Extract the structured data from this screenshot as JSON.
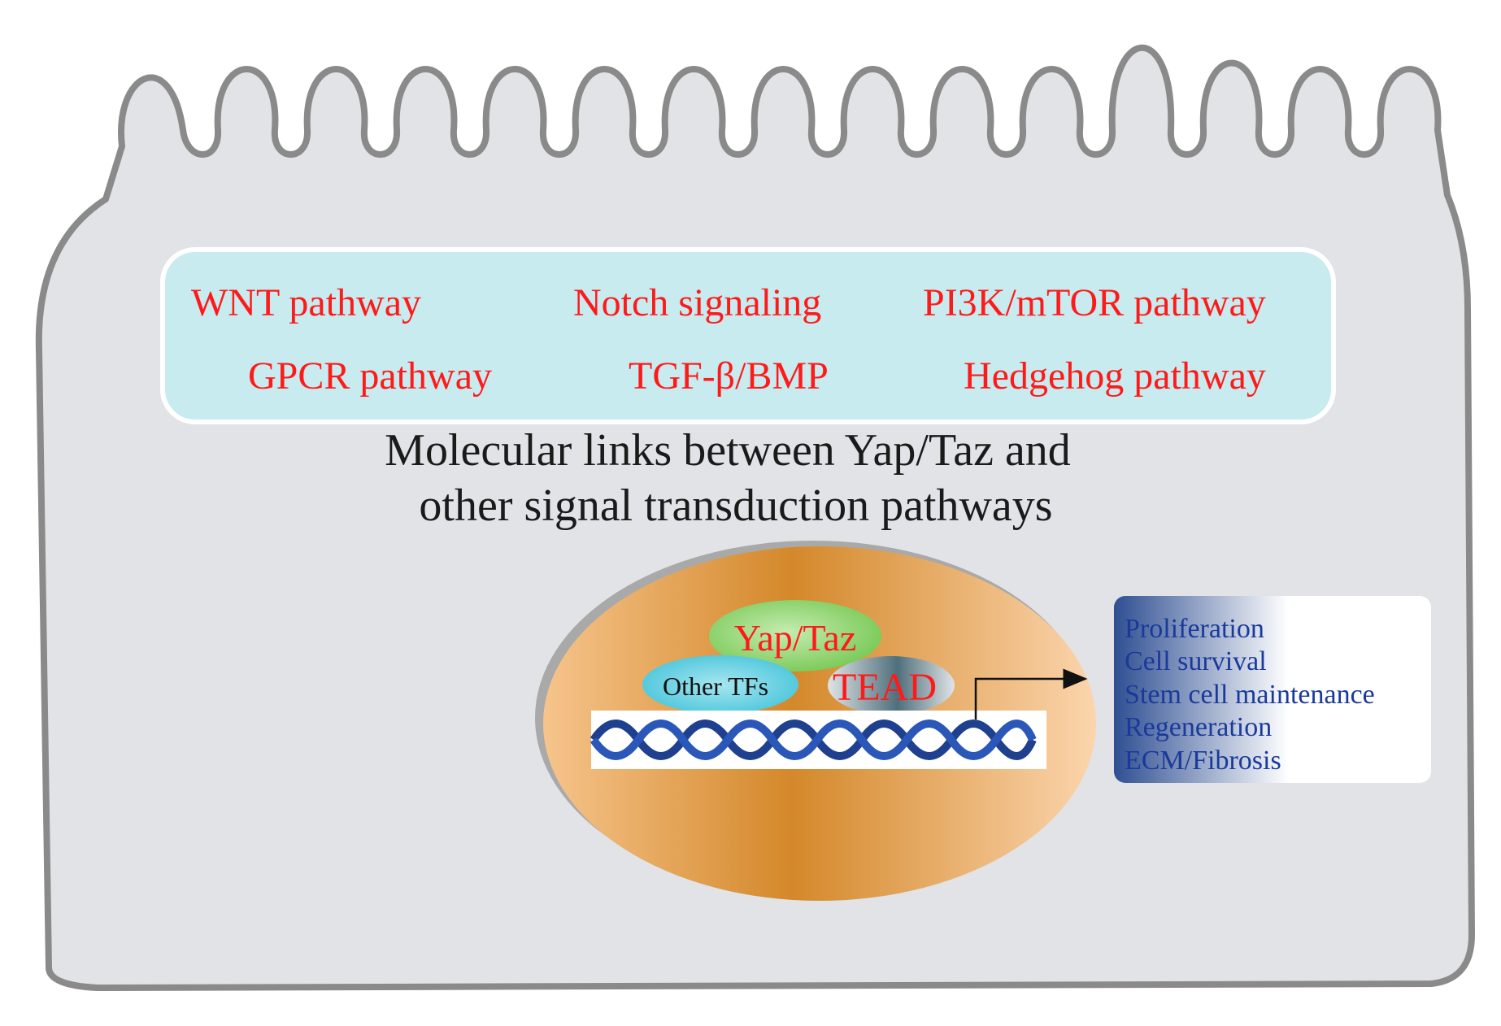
{
  "pathways_box": {
    "row1": [
      "WNT pathway",
      "Notch signaling",
      "PI3K/mTOR pathway"
    ],
    "row2": [
      "GPCR pathway",
      "TGF-β/BMP",
      "Hedgehog pathway"
    ]
  },
  "caption": {
    "line1": "Molecular links between Yap/Taz and",
    "line2": "other signal transduction pathways"
  },
  "nucleus": {
    "yap_taz": "Yap/Taz",
    "other_tfs": "Other TFs",
    "tead": "TEAD"
  },
  "outcomes": [
    "Proliferation",
    "Cell survival",
    "Stem cell maintenance",
    "Regeneration",
    "ECM/Fibrosis"
  ],
  "colors": {
    "cell_fill": "#e1e3e6",
    "membrane": "#8a8a8a",
    "pathway_box": "#c7ebef",
    "pathway_text": "#ff1a1a",
    "caption_text": "#1a1a1a",
    "nucleus_dark": "#d4882a",
    "nucleus_light": "#fbd2a5",
    "yap_taz_fill": "#8fd16e",
    "other_tfs_fill": "#5bcde0",
    "tead_fill": "#6f8f9a",
    "dna": "#1f3f8f",
    "outcome_text": "#1a3a9a"
  }
}
